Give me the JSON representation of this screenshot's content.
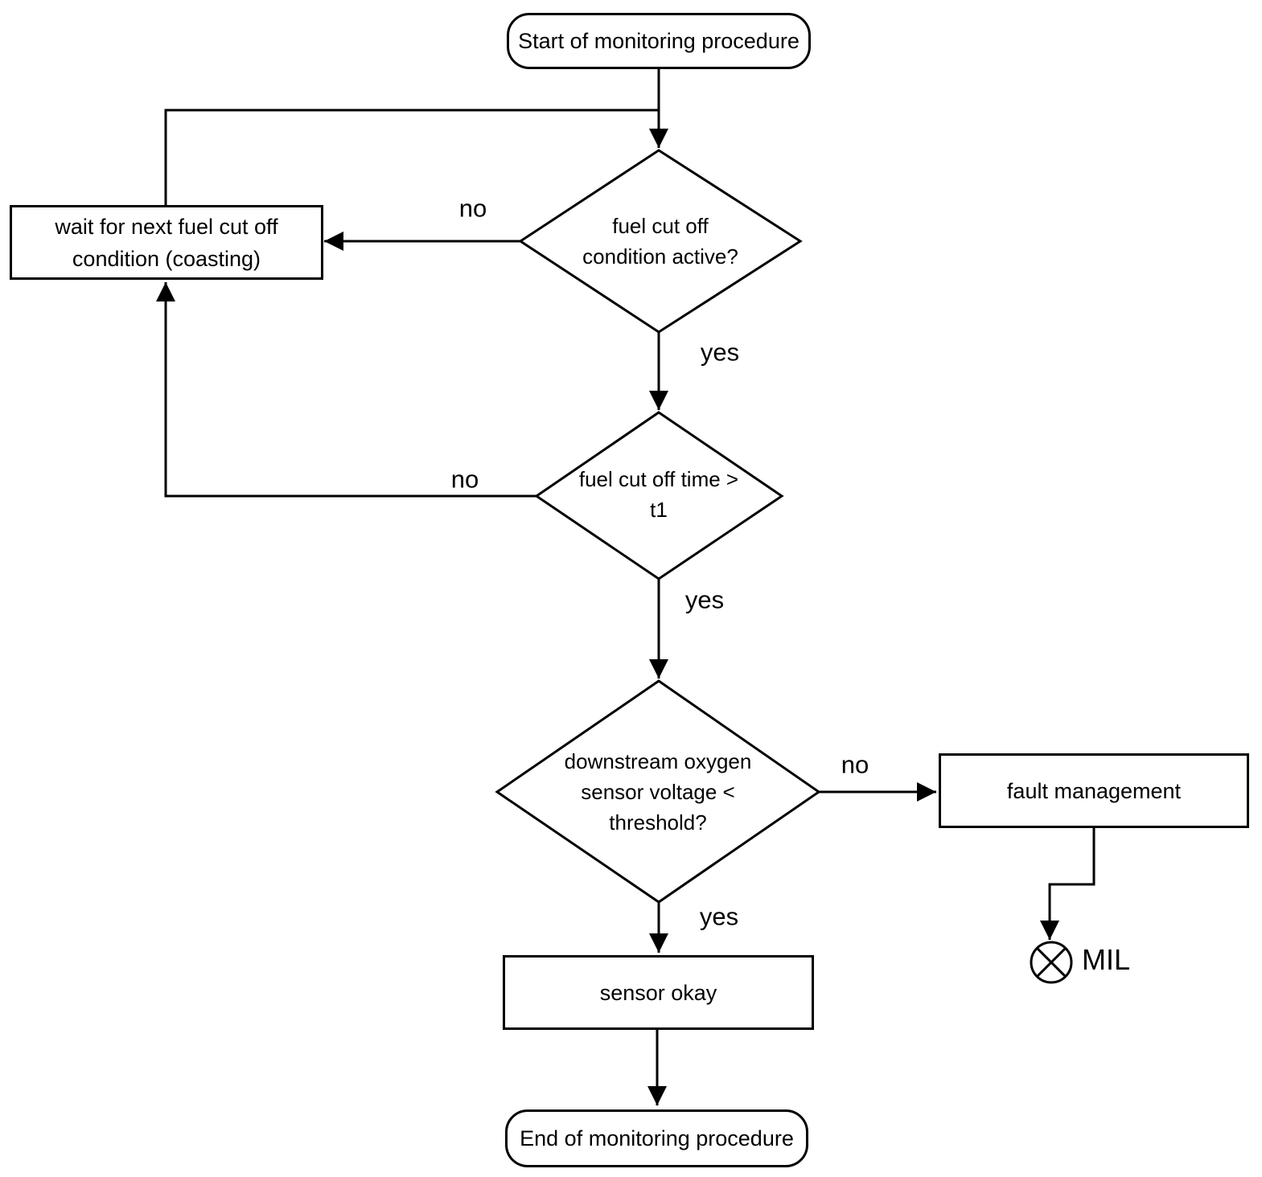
{
  "flowchart": {
    "start_node": {
      "label": "Start of monitoring procedure"
    },
    "wait_node": {
      "line1": "wait for next fuel cut off",
      "line2": "condition (coasting)"
    },
    "decision_fuel_cutoff": {
      "line1": "fuel cut off",
      "line2": "condition active?"
    },
    "decision_cutoff_time": {
      "line1": "fuel cut off time >",
      "line2": "t1"
    },
    "decision_sensor_voltage": {
      "line1": "downstream oxygen",
      "line2": "sensor voltage <",
      "line3": "threshold?"
    },
    "fault_node": {
      "label": "fault management"
    },
    "sensor_okay_node": {
      "label": "sensor okay"
    },
    "end_node": {
      "label": "End of monitoring procedure"
    },
    "edge_labels": {
      "decision1_no": "no",
      "decision1_yes": "yes",
      "decision2_no": "no",
      "decision2_yes": "yes",
      "decision3_no": "no",
      "decision3_yes": "yes"
    },
    "mil_label": "MIL",
    "colors": {
      "line": "#000000",
      "background": "#ffffff"
    }
  }
}
